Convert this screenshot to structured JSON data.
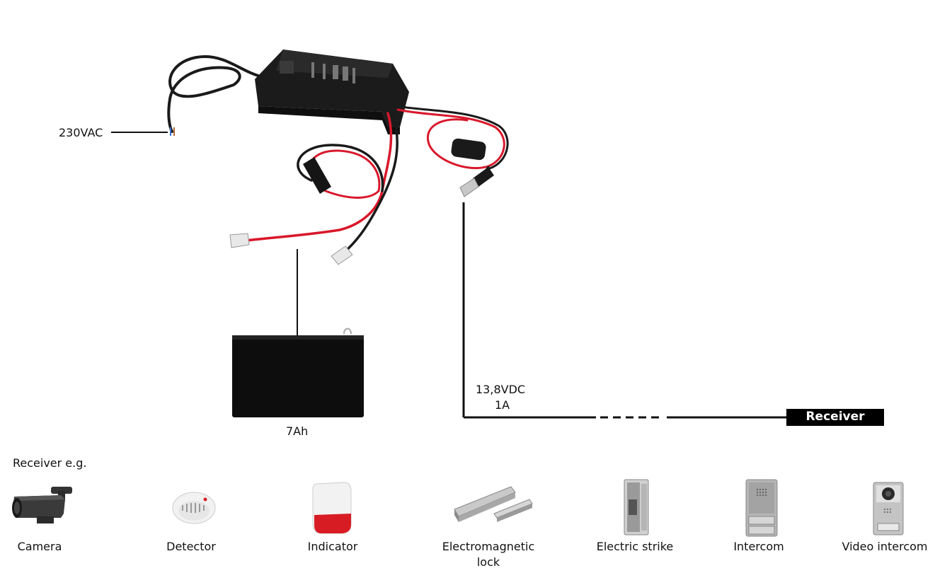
{
  "labels": {
    "input_voltage": "230VAC",
    "battery_capacity": "7Ah",
    "output_voltage": "13,8VDC",
    "output_current": "1A",
    "receiver": "Receiver",
    "receiver_examples_title": "Receiver e.g."
  },
  "devices": [
    {
      "label": "Camera"
    },
    {
      "label": "Detector"
    },
    {
      "label": "Indicator"
    },
    {
      "label_line1": "Electromagnetic",
      "label_line2": "lock"
    },
    {
      "label": "Electric strike"
    },
    {
      "label": "Intercom"
    },
    {
      "label": "Video intercom"
    }
  ],
  "colors": {
    "wire_red": "#d9182b",
    "wire_black": "#1a1a1a",
    "battery": "#0d0d0d",
    "receiver_box": "#000000",
    "indicator_red": "#d81c24"
  }
}
